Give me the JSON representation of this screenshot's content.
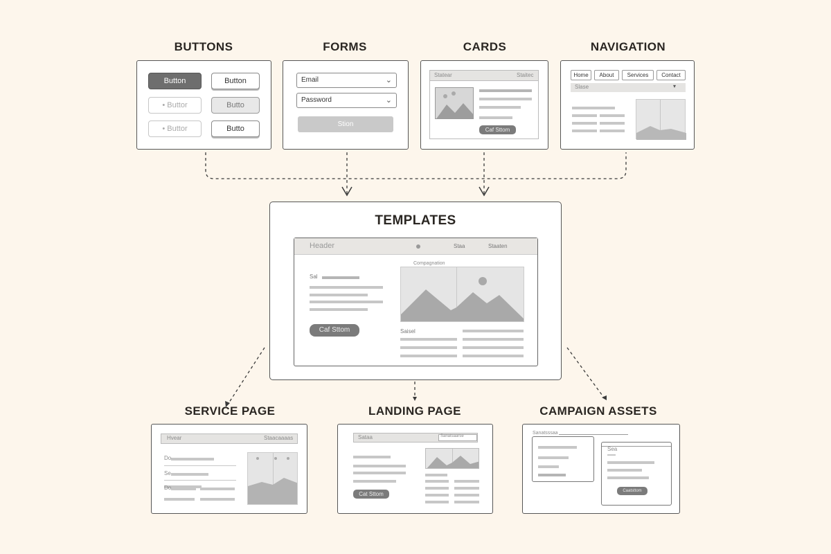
{
  "headings": {
    "buttons": "BUTTONS",
    "forms": "FORMS",
    "cards": "CARDS",
    "navigation": "NAVIGATION",
    "templates": "TEMPLATES",
    "service_page": "SERVICE PAGE",
    "landing_page": "LANDING PAGE",
    "campaign_assets": "CAMPAIGN ASSETS"
  },
  "buttons_panel": {
    "solid": "Button",
    "outline": "Button",
    "ghost1": "Buttor",
    "soft1": "Butto",
    "ghost2": "Buttor",
    "outline2": "Butto"
  },
  "forms_panel": {
    "email_placeholder": "Email",
    "password_placeholder": "Password",
    "submit_label": "Stion"
  },
  "cards_panel": {
    "header_left": "Statear",
    "header_right": "Staitec",
    "cta": "Caf Sttom"
  },
  "nav_panel": {
    "tabs": [
      "Home",
      "About",
      "Services",
      "Contact"
    ],
    "subbar": "Slase"
  },
  "template": {
    "header": "Header",
    "nav1": "Staa",
    "nav2": "Staaten",
    "caption": "Compagnation",
    "row1": "Sal",
    "cta": "Caf Sttom",
    "label": "Saisel"
  },
  "service_page": {
    "header": "Hvear",
    "header_right": "Staacaaaas",
    "rows": [
      "Do",
      "Se",
      "Do"
    ]
  },
  "landing_page": {
    "header": "Sataa",
    "header_right": "Sanatsaarse",
    "cta": "Cat Sttom"
  },
  "campaign_assets": {
    "top": "Sanatsssaa",
    "title": "Sea",
    "cta": "Caatsttom"
  }
}
